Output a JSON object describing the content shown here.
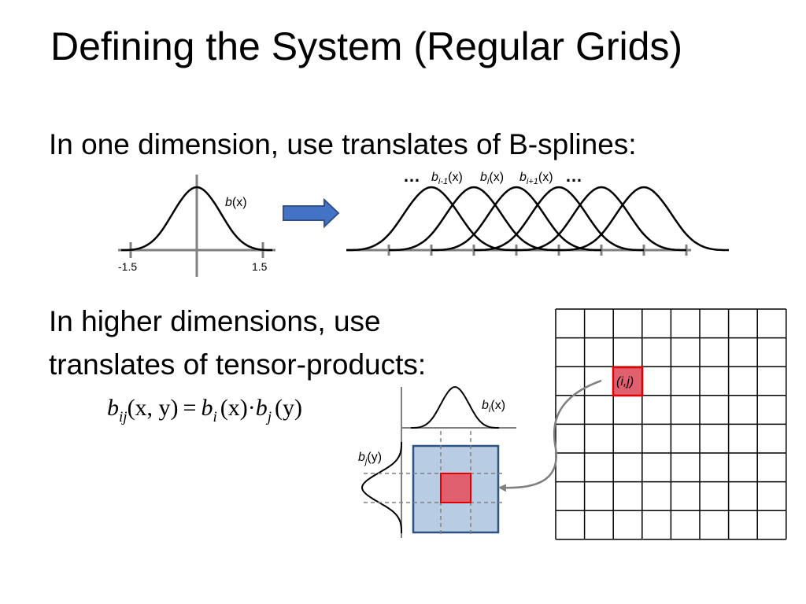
{
  "slide": {
    "title": "Defining the System (Regular Grids)",
    "line1": "In one dimension, use translates of  B-splines:",
    "line2": "In higher dimensions, use",
    "line3": "translates of tensor-products:"
  },
  "one_d": {
    "basis_label": {
      "name": "b",
      "arg": "(x)"
    },
    "tick_left": "-1.5",
    "tick_right": "1.5",
    "translates_labels": [
      {
        "name": "b",
        "sub": "i-1",
        "arg": "(x)"
      },
      {
        "name": "b",
        "sub": "i",
        "arg": "(x)"
      },
      {
        "name": "b",
        "sub": "i+1",
        "arg": "(x)"
      }
    ],
    "ellipsis": "…",
    "translate_count": 6
  },
  "tensor": {
    "formula": {
      "lhs_name": "b",
      "lhs_sub": "ij",
      "lhs_args": "(x, y)",
      "eq": "=",
      "bi_name": "b",
      "bi_sub": "i",
      "bi_args": "(x)",
      "dot": "·",
      "bj_name": "b",
      "bj_sub": "j",
      "bj_args": "(y)"
    },
    "bx_label": {
      "name": "b",
      "sub": "i",
      "arg": "(x)"
    },
    "by_label": {
      "name": "b",
      "sub": "j",
      "arg": "(y)"
    },
    "cell_label": "(i,j)",
    "grid_size": 8,
    "highlight_cell": [
      2,
      2
    ],
    "colors": {
      "support_fill": "#b8cce4",
      "support_stroke": "#2c5282",
      "cell_fill": "#e06070",
      "cell_stroke": "#e00000",
      "arrow": "#4472c4"
    }
  }
}
